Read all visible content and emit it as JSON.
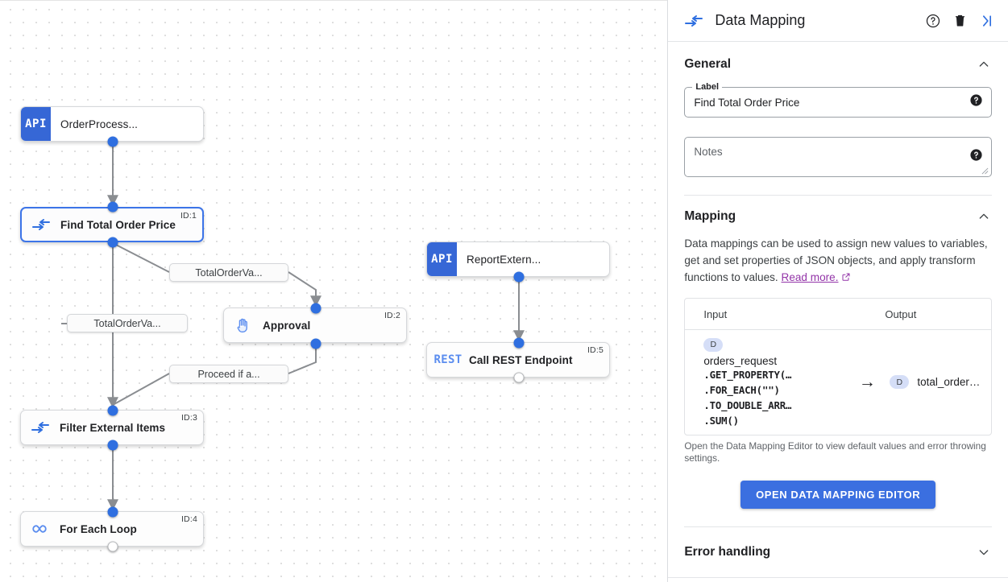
{
  "panel": {
    "icon": "data-mapping-icon",
    "title": "Data Mapping",
    "actions": [
      {
        "name": "help-icon",
        "label": "Help"
      },
      {
        "name": "delete-icon",
        "label": "Delete"
      },
      {
        "name": "collapse-panel-icon",
        "label": "Collapse"
      }
    ],
    "general": {
      "heading": "General",
      "collapse_state": "expanded",
      "label_legend": "Label",
      "label_value": "Find Total Order Price",
      "notes_placeholder": "Notes"
    },
    "mapping": {
      "heading": "Mapping",
      "collapse_state": "expanded",
      "description": "Data mappings can be used to assign new values to variables, get and set properties of JSON objects, and apply transform functions to values. ",
      "link_text": "Read more.",
      "link_color": "#9334a8",
      "table": {
        "columns": [
          "Input",
          "Output"
        ],
        "rows": [
          {
            "input_badge": "D",
            "input_name": "orders_request",
            "input_expression": [
              ".GET_PROPERTY(…",
              ".FOR_EACH(\"\")",
              ".TO_DOUBLE_ARR…",
              ".SUM()"
            ],
            "arrow": "→",
            "output_badge": "D",
            "output_name": "total_order…"
          }
        ]
      },
      "note": "Open the Data Mapping Editor to view default values and error throwing settings.",
      "button_label": "OPEN DATA MAPPING EDITOR",
      "button_color": "#3b6fe0"
    },
    "error_handling": {
      "heading": "Error handling",
      "collapse_state": "collapsed"
    }
  },
  "canvas": {
    "nodes": [
      {
        "id": "",
        "type": "api",
        "badge": "API",
        "title": "OrderProcess...",
        "icon": "api-badge-icon",
        "selected": false
      },
      {
        "id": "ID:1",
        "type": "data-mapping",
        "title": "Find Total Order Price",
        "icon": "data-mapping-icon",
        "selected": true
      },
      {
        "id": "ID:2",
        "type": "approval",
        "title": "Approval",
        "icon": "hand-icon",
        "selected": false
      },
      {
        "id": "ID:3",
        "type": "data-mapping",
        "title": "Filter External Items",
        "icon": "data-mapping-icon",
        "selected": false
      },
      {
        "id": "ID:4",
        "type": "loop",
        "title": "For Each Loop",
        "icon": "infinity-icon",
        "selected": false
      },
      {
        "id": "",
        "type": "api",
        "badge": "API",
        "title": "ReportExtern...",
        "icon": "api-badge-icon",
        "selected": false
      },
      {
        "id": "ID:5",
        "type": "rest",
        "badge": "REST",
        "title": "Call REST Endpoint",
        "icon": "rest-badge-icon",
        "selected": false
      }
    ],
    "edge_labels": [
      {
        "text": "TotalOrderVa..."
      },
      {
        "text": "TotalOrderVa..."
      },
      {
        "text": "Proceed if a..."
      }
    ],
    "accent_color": "#2f6fe0"
  }
}
